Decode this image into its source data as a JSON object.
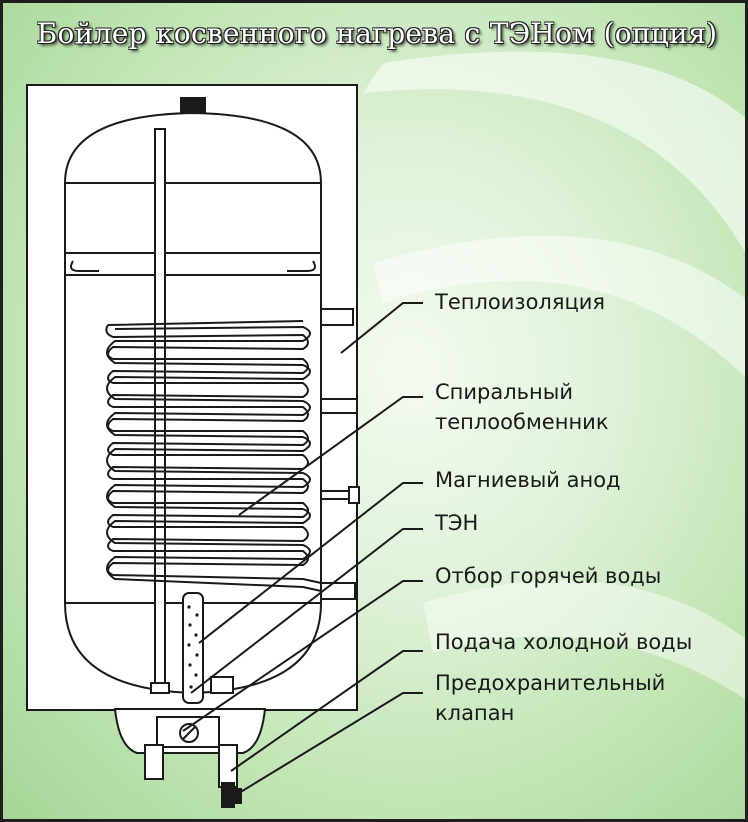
{
  "title": "Бойлер косвенного нагрева с ТЭНом (опция)",
  "labels": {
    "insulation": "Теплоизоляция",
    "coil_line1": "Спиральный",
    "coil_line2": "теплообменник",
    "anode": "Магниевый анод",
    "heater": "ТЭН",
    "hot_outlet": "Отбор горячей воды",
    "cold_inlet": "Подача холодной воды",
    "valve_line1": "Предохранительный",
    "valve_line2": "клапан"
  },
  "colors": {
    "stroke": "#1a1a1a",
    "fill": "#ffffff",
    "background": "#c8e8bd"
  }
}
